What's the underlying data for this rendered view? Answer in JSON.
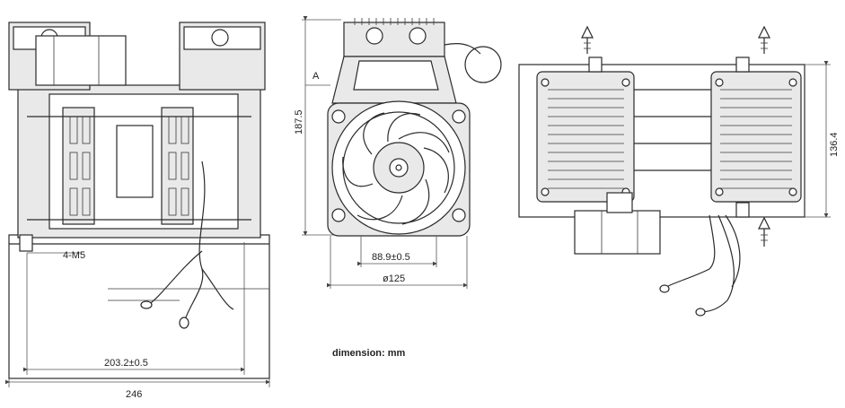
{
  "views": {
    "front": {
      "thread_label": "4-M5",
      "width_center": "203.2±0.5",
      "width_total": "246"
    },
    "side": {
      "section_label": "A",
      "height": "187.5",
      "fan_hole": "88.9±0.5",
      "fan_diameter": "ø125"
    },
    "top": {
      "depth": "136.4"
    }
  },
  "note": "dimension: mm"
}
